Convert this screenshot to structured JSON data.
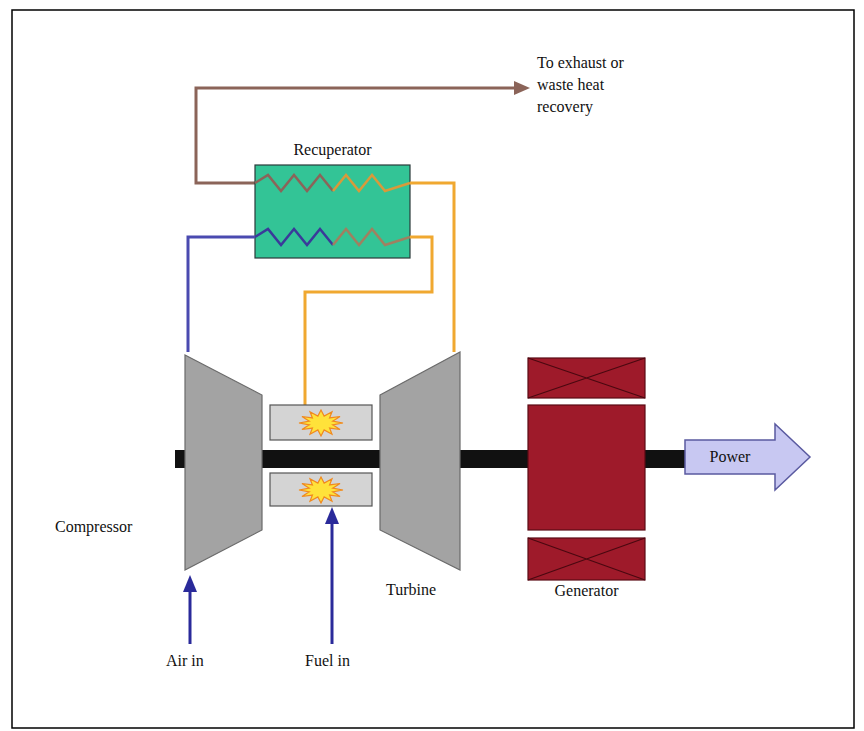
{
  "diagram": {
    "nodes": [
      {
        "text": [
          "Recuperator"
        ]
      },
      {
        "text": [
          "Compressor"
        ]
      },
      {
        "text": [
          "Turbine"
        ]
      },
      {
        "text": [
          "Generator"
        ]
      },
      {
        "text": [
          "Power"
        ]
      }
    ],
    "edges": [
      {
        "from": 1,
        "to": 0,
        "arrow": "none"
      },
      {
        "from": 2,
        "to": 0,
        "arrow": "none"
      },
      {
        "from": 1,
        "to": 2,
        "arrow": "none"
      },
      {
        "from": 2,
        "to": 3,
        "arrow": "none"
      },
      {
        "from": 3,
        "to": 4,
        "arrow": "none"
      }
    ],
    "labels": [
      "To exhaust or waste heat recovery",
      "Air in",
      "Fuel in"
    ]
  }
}
